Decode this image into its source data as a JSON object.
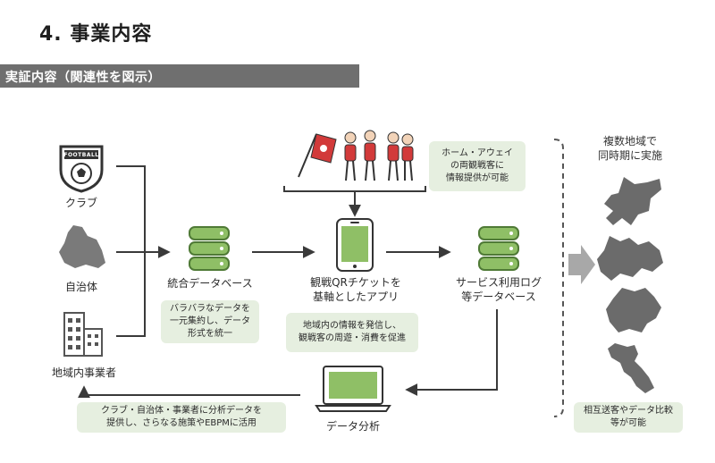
{
  "page": {
    "title": "4. 事業内容",
    "section_banner": "実証内容（関連性を図示）"
  },
  "sources": {
    "club_label": "クラブ",
    "club_badge_text": "FOOTBALL",
    "municipality_label": "自治体",
    "business_label": "地域内事業者"
  },
  "nodes": {
    "integrated_db_label": "統合データベース",
    "qr_app_label": "観戦QRチケットを\n基軸としたアプリ",
    "service_db_label": "サービス利用ログ\n等データベース",
    "analysis_label": "データ分析"
  },
  "notes": {
    "integrated_db": "バラバラなデータを\n一元集約し、データ\n形式を統一",
    "qr_app": "地域内の情報を発信し、\n観戦客の周遊・消費を促進",
    "home_away": "ホーム・アウェイ\nの両観戦客に\n情報提供が可能",
    "feedback": "クラブ・自治体・事業者に分析データを\n提供し、さらなる施策やEBPMに活用",
    "compare": "相互送客やデータ比較\n等が可能"
  },
  "regions": {
    "header": "複数地域で\n同時期に実施"
  },
  "colors": {
    "green_fill": "#8fbf66",
    "green_dark": "#4f7a36",
    "note_bg": "#e6efe0",
    "banner_bg": "#6f6f6f",
    "line": "#3a3a3a",
    "map_gray": "#6b6b6b"
  }
}
